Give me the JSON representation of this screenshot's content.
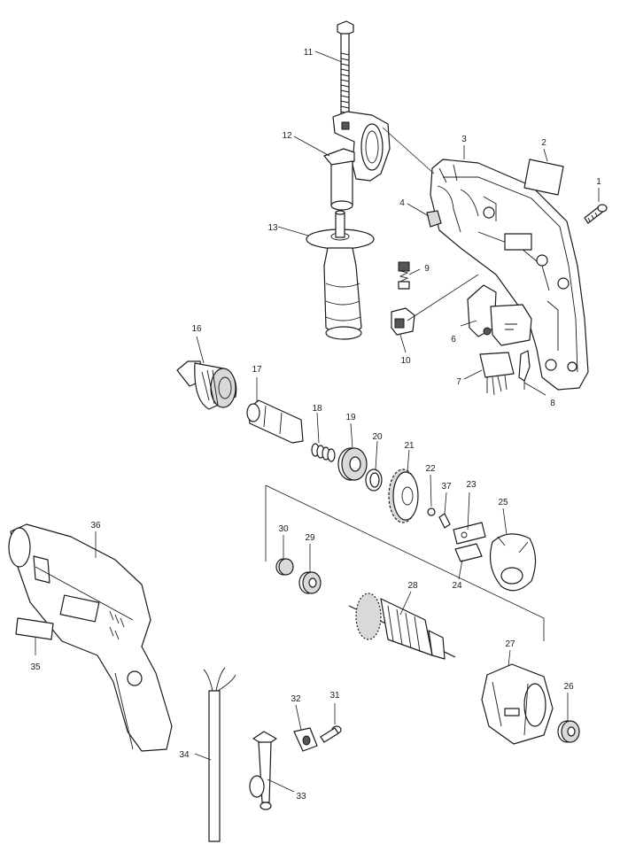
{
  "callouts": [
    {
      "key": "p1",
      "label": "1"
    },
    {
      "key": "p2",
      "label": "2"
    },
    {
      "key": "p3",
      "label": "3"
    },
    {
      "key": "p4",
      "label": "4"
    },
    {
      "key": "p6",
      "label": "6"
    },
    {
      "key": "p7",
      "label": "7"
    },
    {
      "key": "p8",
      "label": "8"
    },
    {
      "key": "p9",
      "label": "9"
    },
    {
      "key": "p10",
      "label": "10"
    },
    {
      "key": "p11",
      "label": "11"
    },
    {
      "key": "p12",
      "label": "12"
    },
    {
      "key": "p13",
      "label": "13"
    },
    {
      "key": "p16",
      "label": "16"
    },
    {
      "key": "p17",
      "label": "17"
    },
    {
      "key": "p18",
      "label": "18"
    },
    {
      "key": "p19",
      "label": "19"
    },
    {
      "key": "p20",
      "label": "20"
    },
    {
      "key": "p21",
      "label": "21"
    },
    {
      "key": "p22",
      "label": "22"
    },
    {
      "key": "p23",
      "label": "23"
    },
    {
      "key": "p24",
      "label": "24"
    },
    {
      "key": "p25",
      "label": "25"
    },
    {
      "key": "p26",
      "label": "26"
    },
    {
      "key": "p27",
      "label": "27"
    },
    {
      "key": "p28",
      "label": "28"
    },
    {
      "key": "p29",
      "label": "29"
    },
    {
      "key": "p30",
      "label": "30"
    },
    {
      "key": "p31",
      "label": "31"
    },
    {
      "key": "p32",
      "label": "32"
    },
    {
      "key": "p33",
      "label": "33"
    },
    {
      "key": "p34",
      "label": "34"
    },
    {
      "key": "p35",
      "label": "35"
    },
    {
      "key": "p36",
      "label": "36"
    },
    {
      "key": "p37",
      "label": "37"
    }
  ]
}
